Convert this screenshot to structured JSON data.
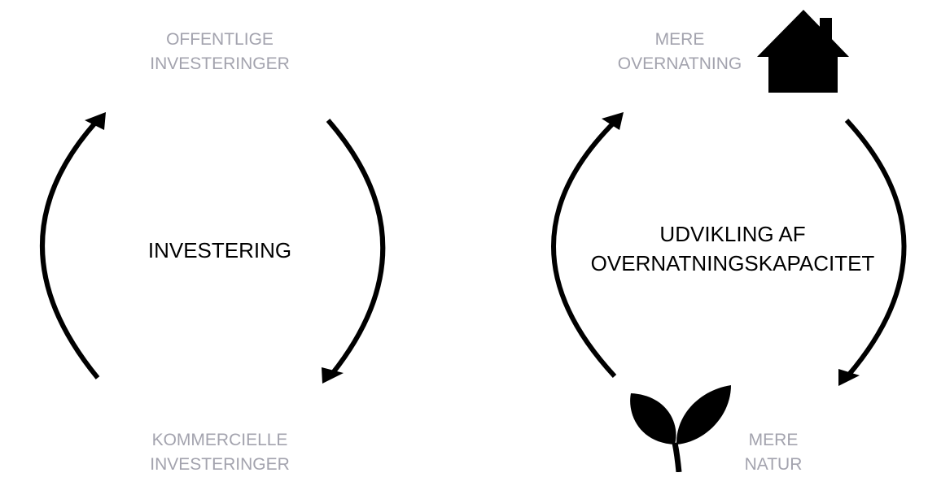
{
  "left_cycle": {
    "center_label": "INVESTERING",
    "top_label": [
      "OFFENTLIGE",
      "INVESTERINGER"
    ],
    "bottom_label": [
      "KOMMERCIELLE",
      "INVESTERINGER"
    ]
  },
  "right_cycle": {
    "center_label": [
      "UDVIKLING AF",
      "OVERNATNINGSKAPACITET"
    ],
    "top_label": [
      "MERE",
      "OVERNATNING"
    ],
    "bottom_label": [
      "MERE",
      "NATUR"
    ],
    "top_icon": "house-icon",
    "bottom_icon": "sprout-icon"
  },
  "colors": {
    "outer_label": "#a3a3ae",
    "center_label": "#000000",
    "arrow": "#000000",
    "icon": "#000000"
  }
}
